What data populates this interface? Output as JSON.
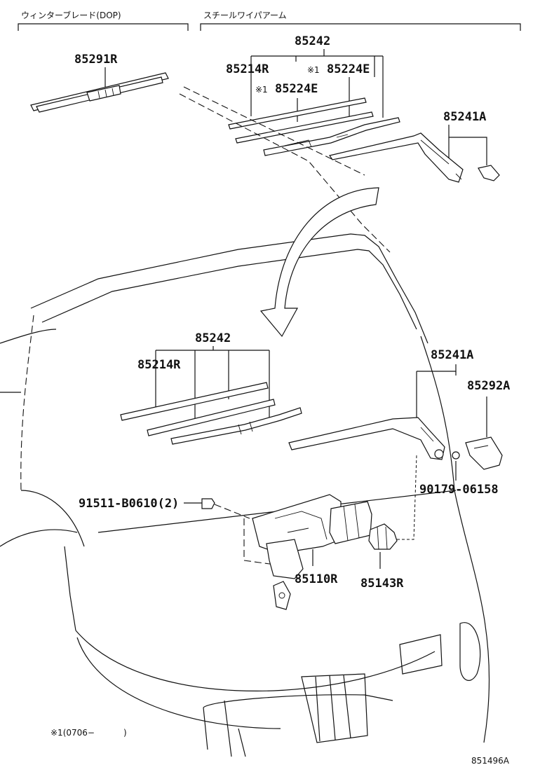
{
  "headers": {
    "winter_blade": "ウィンターブレード(DOP)",
    "steel_wiper_arm": "スチールワイパアーム"
  },
  "parts": {
    "p85291R": "85291R",
    "p85242_top": "85242",
    "p85214R_top": "85214R",
    "p85224E_right": "85224E",
    "p85224E_left": "85224E",
    "note_mark_1": "※1",
    "note_mark_2": "※1",
    "p85241A_top": "85241A",
    "p85242_mid": "85242",
    "p85214R_mid": "85214R",
    "p85241A_mid": "85241A",
    "p85292A": "85292A",
    "p90179": "90179-06158",
    "p91511": "91511-B0610(2)",
    "p85110R": "85110R",
    "p85143R": "85143R"
  },
  "footnote": "※1(0706−",
  "footnote_close": ")",
  "diagram_code": "851496A"
}
